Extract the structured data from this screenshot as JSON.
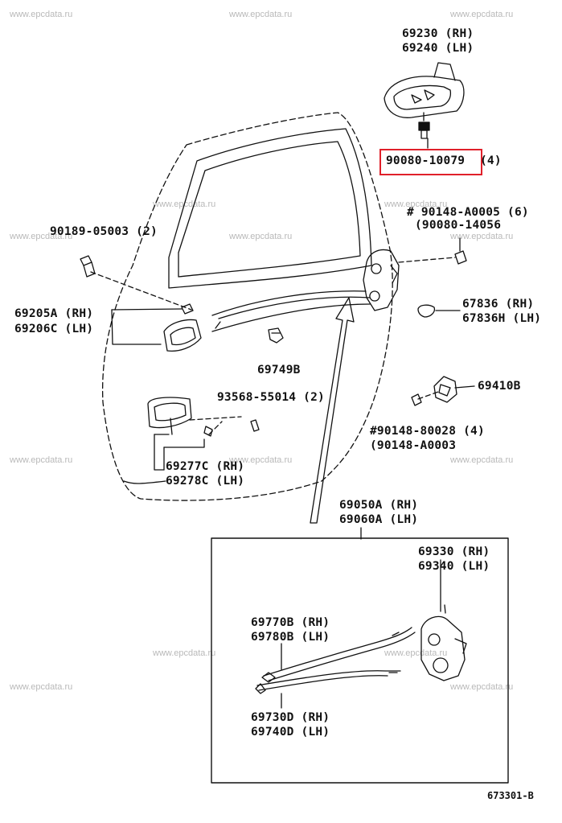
{
  "watermark": "www.epcdata.ru",
  "highlight_color": "#e0202a",
  "ink_color": "#111111",
  "callouts": {
    "handle_outside_rh": "69230 (RH)",
    "handle_outside_lh": "69240 (LH)",
    "bolt_highlighted": "90080-10079",
    "bolt_highlighted_qty": "(4)",
    "screw_hash_a": "# 90148-A0005 (6)",
    "screw_hash_b": "(90080-14056",
    "screw_left": "90189-05003 (2)",
    "handle_inside_rh": "69205A (RH)",
    "handle_inside_lh": "69206C (LH)",
    "clip": "69749B",
    "grommet_rh": "67836 (RH)",
    "grommet_lh": "67836H (LH)",
    "striker": "69410B",
    "screw_mid": "93568-55014 (2)",
    "screw_hash_c": "#90148-80028 (4)",
    "screw_hash_d": "(90148-A0003",
    "bezel_rh": "69277C (RH)",
    "bezel_lh": "69278C (LH)",
    "lock_assy_rh": "69050A (RH)",
    "lock_assy_lh": "69060A (LH)",
    "lock_rh": "69330 (RH)",
    "lock_lh": "69340 (LH)",
    "cable_upper_rh": "69770B (RH)",
    "cable_upper_lh": "69780B (LH)",
    "cable_lower_rh": "69730D (RH)",
    "cable_lower_lh": "69740D (LH)"
  },
  "diagram_ref": "673301-B"
}
